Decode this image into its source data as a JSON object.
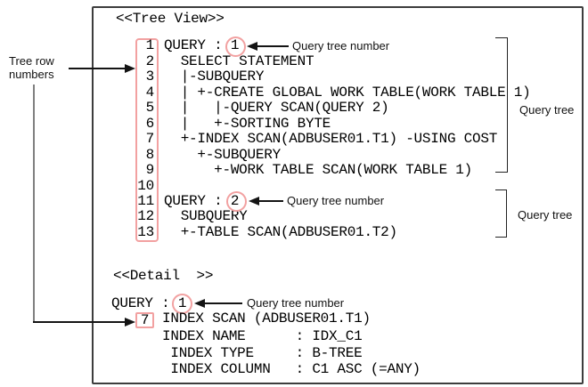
{
  "colors": {
    "pink_highlight": "#f2a1a1",
    "line_black": "#141414",
    "connector_gray": "#808080",
    "border_gray": "#3d3d3d"
  },
  "tree_view": {
    "title": "<<Tree View>>",
    "rows": [
      {
        "num": "1",
        "text": "QUERY : 1"
      },
      {
        "num": "2",
        "text": "  SELECT STATEMENT"
      },
      {
        "num": "3",
        "text": "  |-SUBQUERY"
      },
      {
        "num": "4",
        "text": "  | +-CREATE GLOBAL WORK TABLE(WORK TABLE 1)"
      },
      {
        "num": "5",
        "text": "  |   |-QUERY SCAN(QUERY 2)"
      },
      {
        "num": "6",
        "text": "  |   +-SORTING BYTE"
      },
      {
        "num": "7",
        "text": "  +-INDEX SCAN(ADBUSER01.T1) -USING COST"
      },
      {
        "num": "8",
        "text": "    +-SUBQUERY"
      },
      {
        "num": "9",
        "text": "      +-WORK TABLE SCAN(WORK TABLE 1)"
      },
      {
        "num": "10",
        "text": ""
      },
      {
        "num": "11",
        "text": "QUERY : 2"
      },
      {
        "num": "12",
        "text": "  SUBQUERY"
      },
      {
        "num": "13",
        "text": "  +-TABLE SCAN(ADBUSER01.T2)"
      }
    ]
  },
  "detail": {
    "title": "<<Detail  >>",
    "query_line": "QUERY : 1",
    "tree_row_number": "7",
    "lines": [
      "INDEX SCAN (ADBUSER01.T1)",
      "INDEX NAME      : IDX_C1",
      " INDEX TYPE     : B-TREE",
      " INDEX COLUMN   : C1 ASC (=ANY)"
    ]
  },
  "annotations": {
    "tree_row_numbers_line1": "Tree row",
    "tree_row_numbers_line2": "numbers",
    "query_tree_number": "Query tree number",
    "query_tree": "Query tree"
  }
}
